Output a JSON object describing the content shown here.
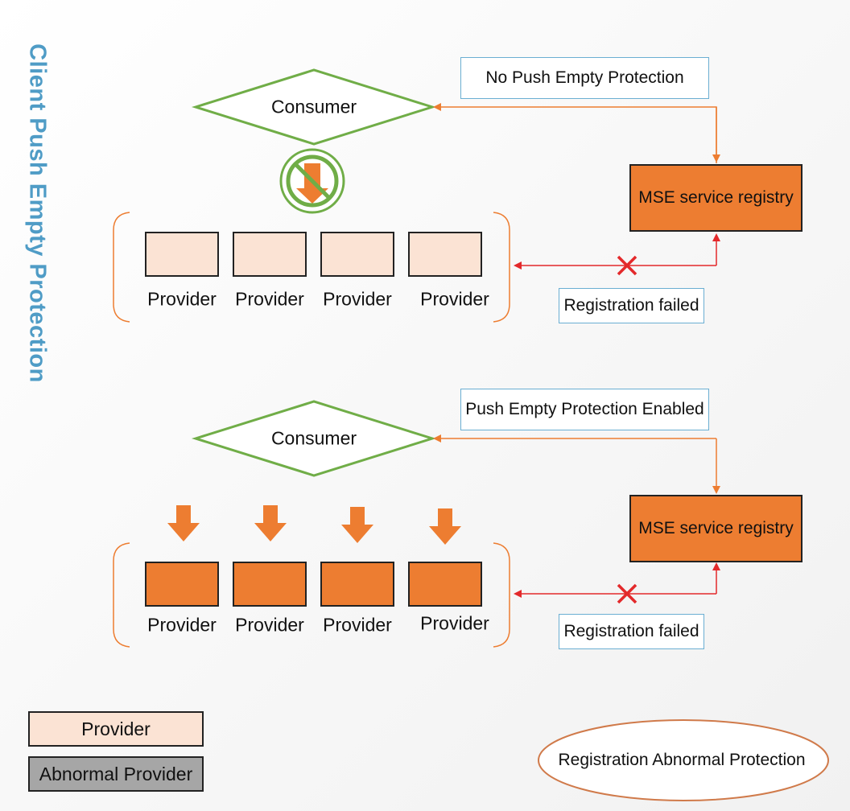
{
  "title": "Client Push Empty Protection",
  "top": {
    "consumer_label": "Consumer",
    "note": "No Push Empty Protection",
    "registry": "MSE service registry",
    "failed": "Registration failed",
    "providers": [
      "Provider",
      "Provider",
      "Provider",
      "Provider"
    ]
  },
  "bottom": {
    "consumer_label": "Consumer",
    "note": "Push Empty Protection Enabled",
    "registry": "MSE service registry",
    "failed": "Registration failed",
    "providers": [
      "Provider",
      "Provider",
      "Provider",
      "Provider"
    ]
  },
  "legend": {
    "provider": "Provider",
    "abnormal_provider": "Abnormal Provider",
    "protection": "Registration Abnormal Protection"
  },
  "colors": {
    "accent_orange": "#ed7d31",
    "provider_fill": "#fbe3d4",
    "title_blue": "#4f9cc6",
    "consumer_green": "#70ad47",
    "error_red": "#e3292b"
  },
  "icons": {
    "blocked": "no-entry-icon",
    "cross": "cross-icon",
    "push": "down-arrow-icon"
  }
}
